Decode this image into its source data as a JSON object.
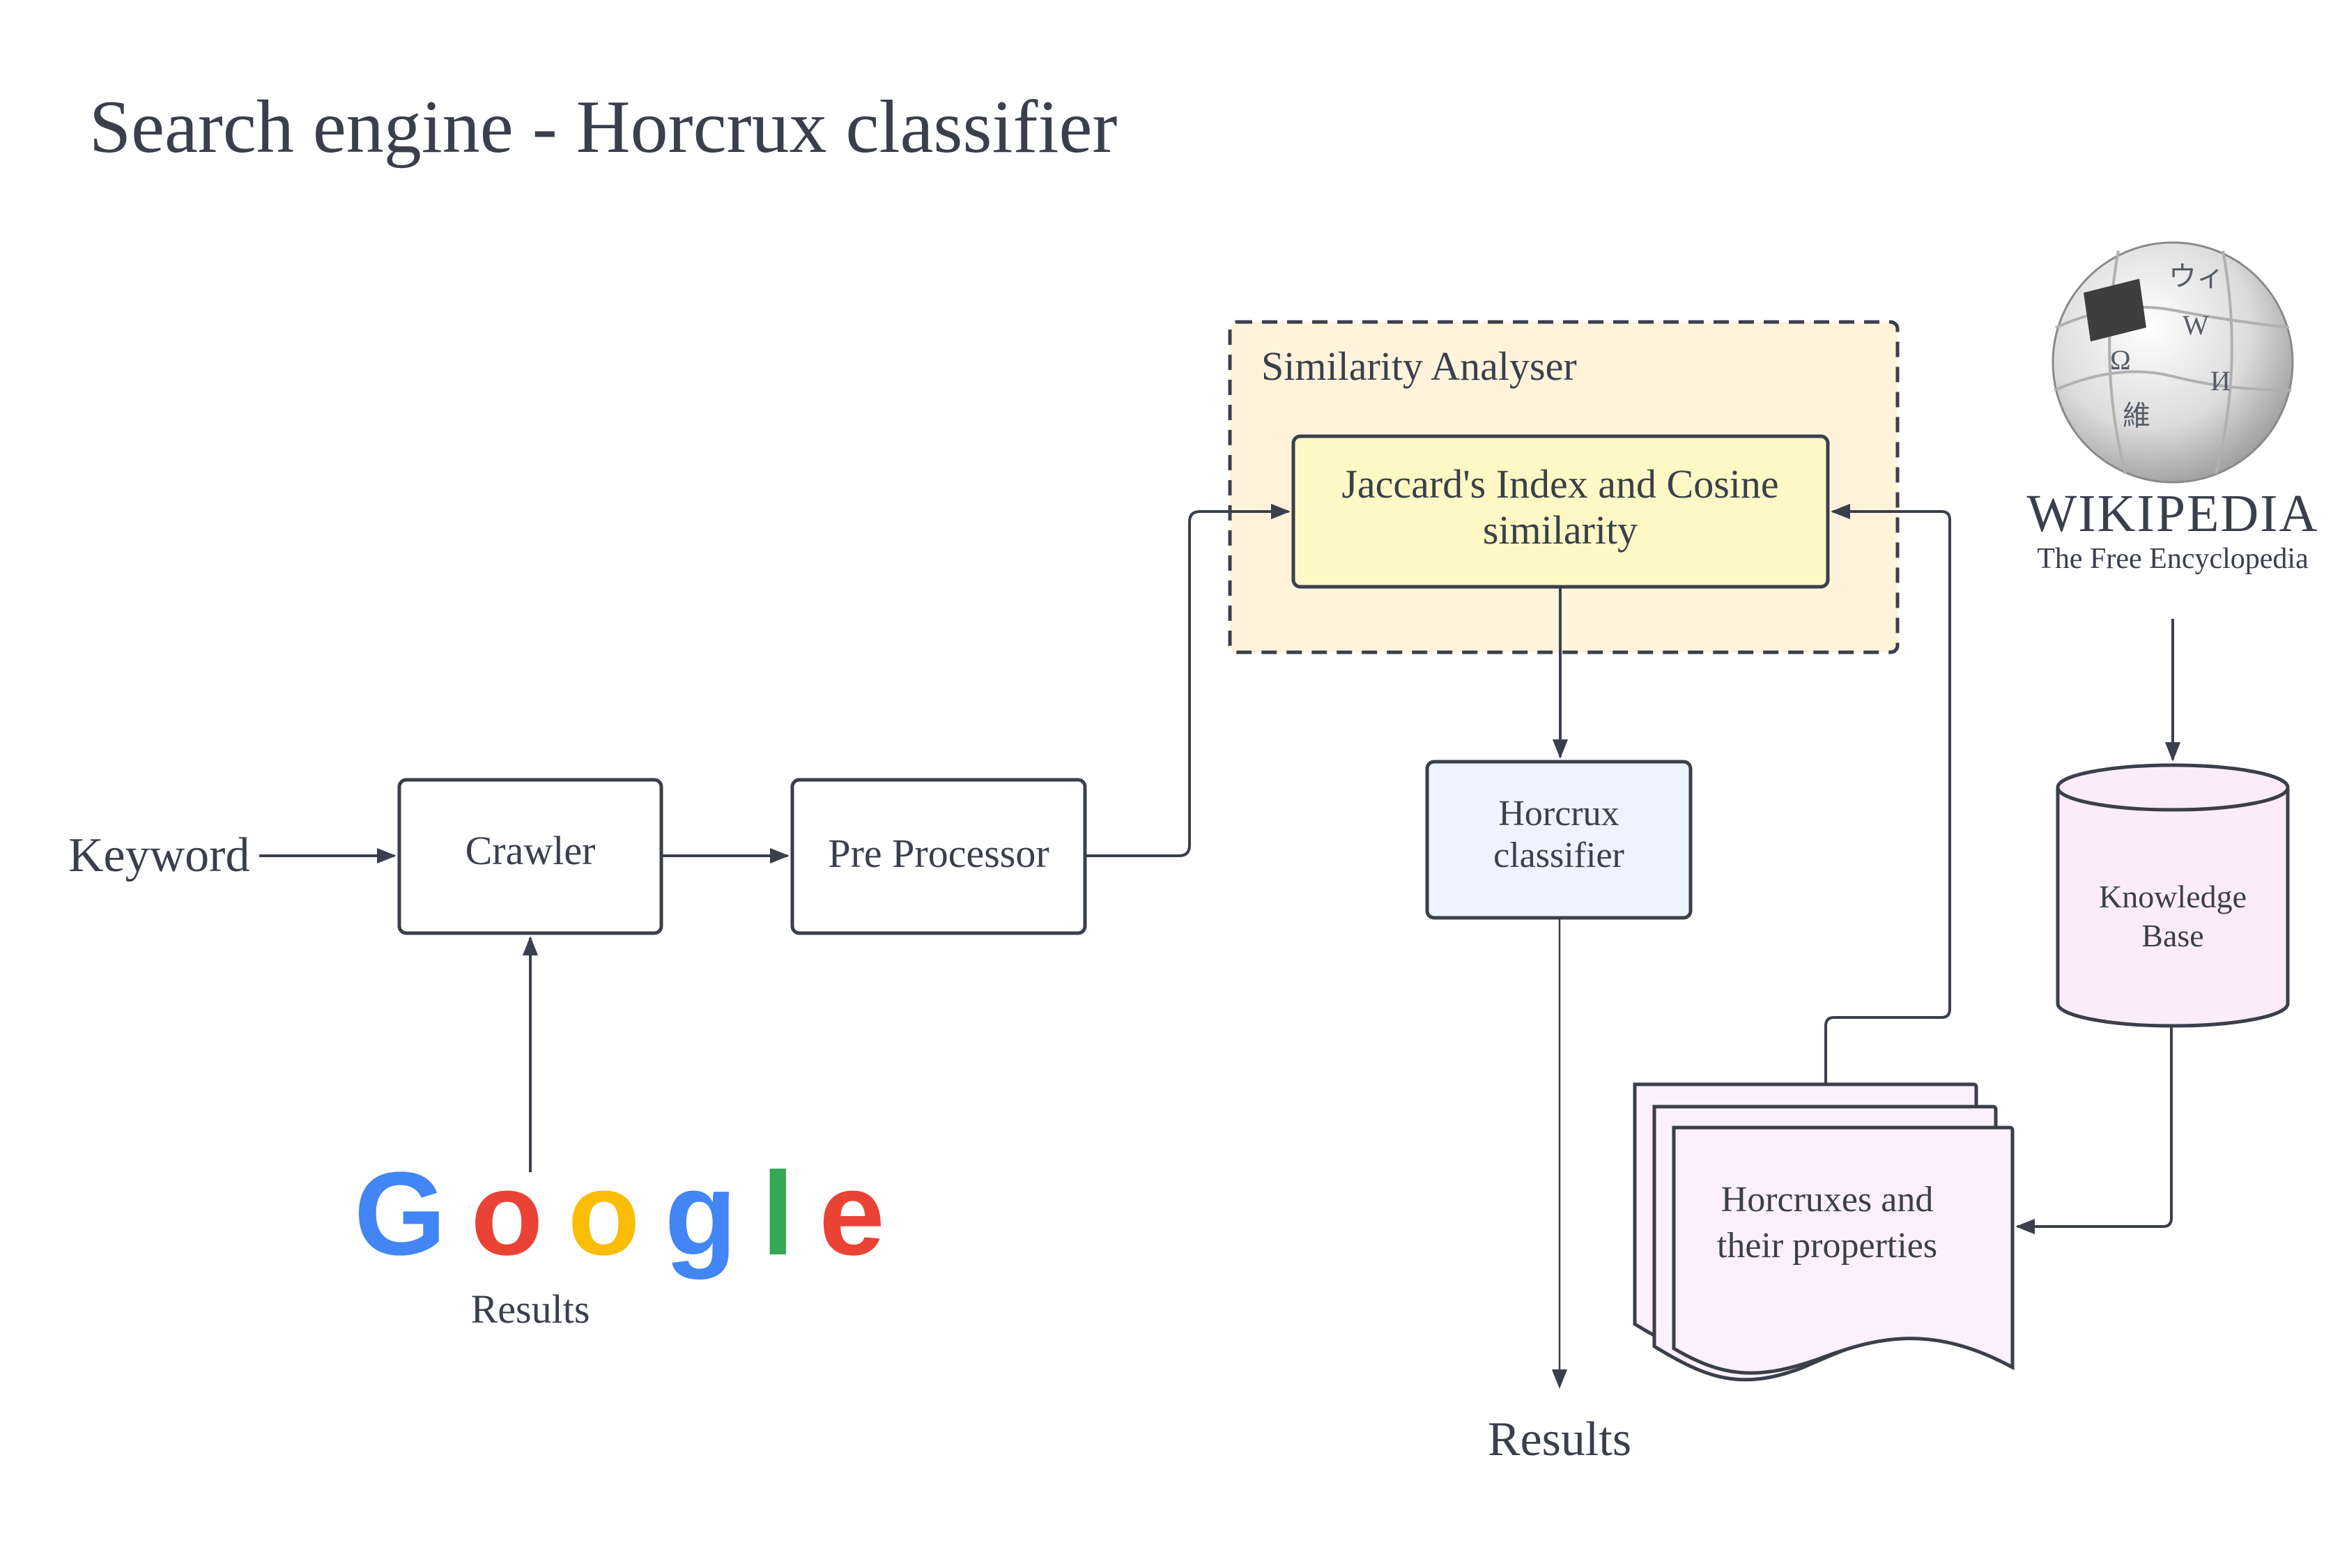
{
  "title": "Search engine - Horcrux classifier",
  "nodes": {
    "keyword": "Keyword",
    "crawler": "Crawler",
    "pre_processor": "Pre Processor",
    "similarity_group": "Similarity Analyser",
    "jaccard_line1": "Jaccard's Index and Cosine",
    "jaccard_line2": "similarity",
    "horcrux_classifier_line1": "Horcrux",
    "horcrux_classifier_line2": "classifier",
    "knowledge_base_line1": "Knowledge",
    "knowledge_base_line2": "Base",
    "horcruxes_line1": "Horcruxes and",
    "horcruxes_line2": "their properties",
    "final_results": "Results"
  },
  "google": {
    "letters": [
      "G",
      "o",
      "o",
      "g",
      "l",
      "e"
    ],
    "colors": [
      "#4285F4",
      "#EA4335",
      "#FBBC05",
      "#4285F4",
      "#34A853",
      "#EA4335"
    ],
    "caption": "Results"
  },
  "wikipedia": {
    "wordmark": "WIKIPEDIA",
    "tagline": "The Free Encyclopedia",
    "globe_glyphs": [
      "Ω",
      "W",
      "И",
      "維",
      "ウィ"
    ]
  },
  "colors": {
    "stroke": "#3a3f4b",
    "similarity_fill": "#fff3dc",
    "jaccard_fill": "#fdf8c4",
    "classifier_fill": "#edf4ff",
    "knowledge_fill": "#fcecfb",
    "horcrux_fill": "#fbf0fd"
  }
}
